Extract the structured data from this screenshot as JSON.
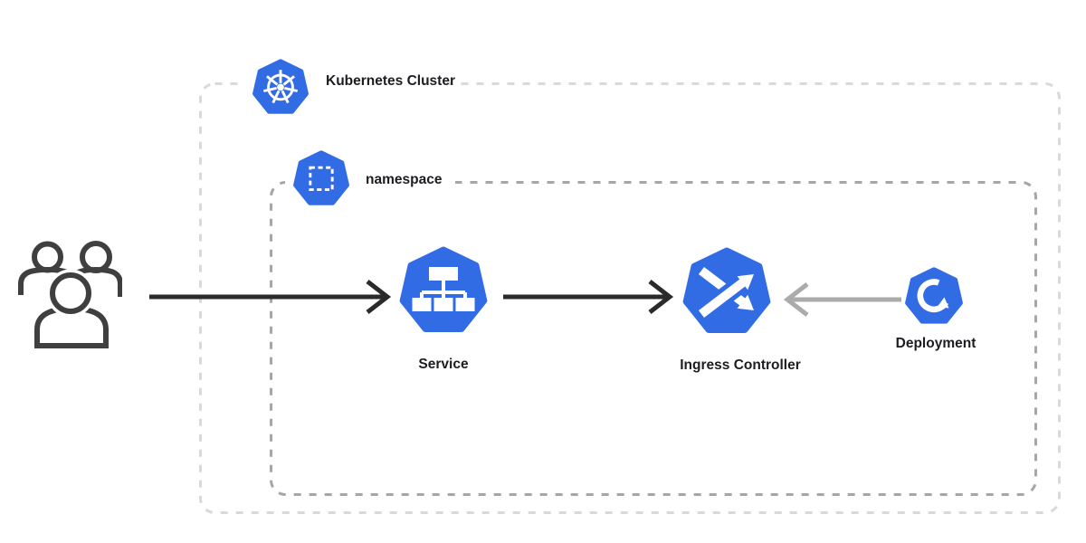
{
  "cluster": {
    "label": "Kubernetes Cluster",
    "icon": "kubernetes-logo-icon"
  },
  "namespace": {
    "label": "namespace",
    "icon": "namespace-icon"
  },
  "nodes": [
    {
      "id": "users",
      "label": "",
      "icon": "users-icon"
    },
    {
      "id": "service",
      "label": "Service",
      "icon": "service-icon"
    },
    {
      "id": "ingress-controller",
      "label": "Ingress Controller",
      "icon": "ingress-controller-icon"
    },
    {
      "id": "deployment",
      "label": "Deployment",
      "icon": "deployment-icon"
    }
  ],
  "edges": [
    {
      "from": "users",
      "to": "service",
      "color": "#2b2b2b",
      "direction": "right"
    },
    {
      "from": "service",
      "to": "ingress-controller",
      "color": "#2b2b2b",
      "direction": "right"
    },
    {
      "from": "deployment",
      "to": "ingress-controller",
      "color": "#ababab",
      "direction": "left"
    }
  ],
  "colors": {
    "kubernetes_blue": "#326ce5",
    "icon_glyph_white": "#ffffff",
    "cluster_border": "#d9d9d9",
    "namespace_border": "#a6a6a6",
    "arrow_dark": "#2b2b2b",
    "arrow_gray": "#ababab",
    "users_icon": "#3f3f3f",
    "label_text": "#1d1d21",
    "background": "#ffffff"
  }
}
